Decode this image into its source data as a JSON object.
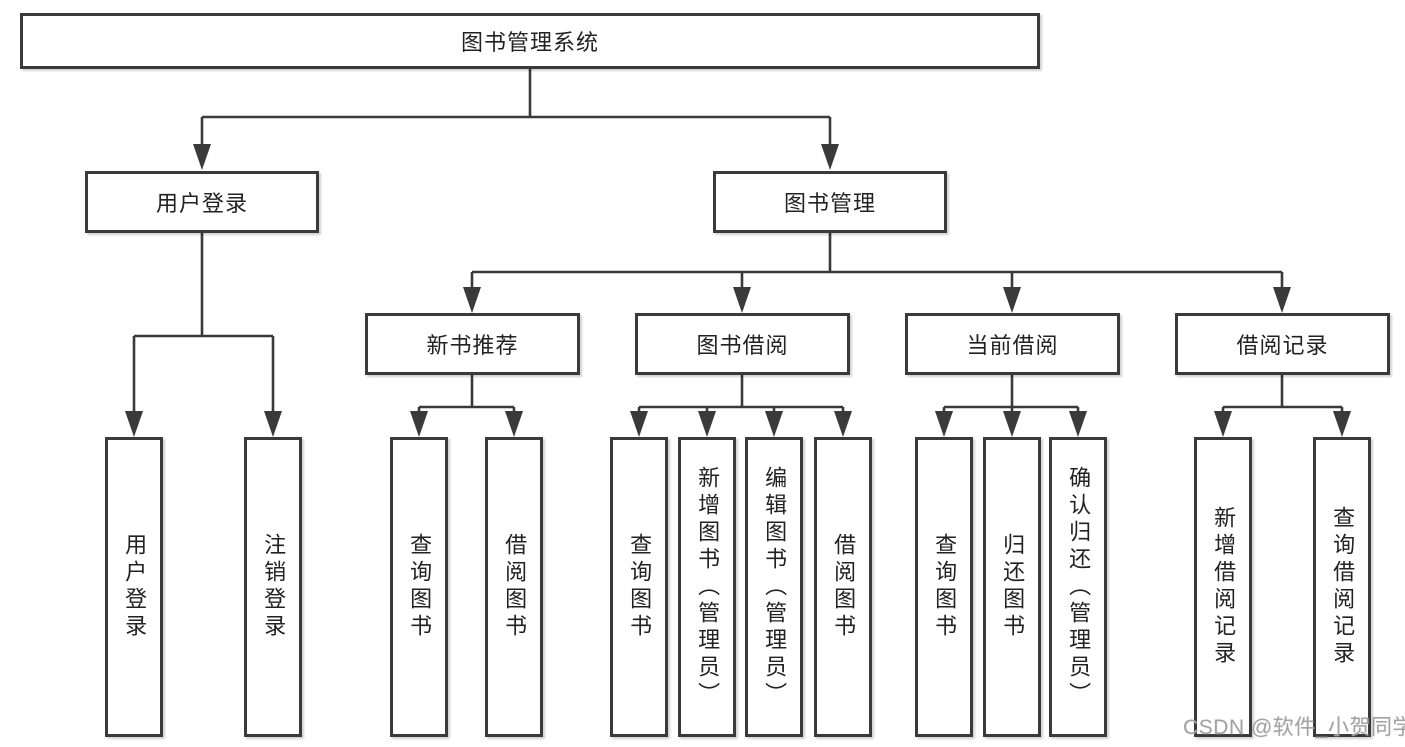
{
  "diagram": {
    "root": {
      "label": "图书管理系统"
    },
    "level1": {
      "login": {
        "label": "用户登录"
      },
      "management": {
        "label": "图书管理"
      }
    },
    "level2": {
      "recommend": {
        "label": "新书推荐"
      },
      "borrow": {
        "label": "图书借阅"
      },
      "current": {
        "label": "当前借阅"
      },
      "records": {
        "label": "借阅记录"
      }
    },
    "leaves": {
      "login": [
        "用户登录",
        "注销登录"
      ],
      "recommend": [
        "查询图书",
        "借阅图书"
      ],
      "borrow": [
        "查询图书",
        "新增图书（管理员）",
        "编辑图书（管理员）",
        "借阅图书"
      ],
      "current": [
        "查询图书",
        "归还图书",
        "确认归还（管理员）"
      ],
      "records": [
        "新增借阅记录",
        "查询借阅记录"
      ]
    }
  },
  "watermark": {
    "text": "CSDN @软件_小贺同学"
  },
  "colors": {
    "line": "#3a3a3a",
    "box_border": "#3a3a3a",
    "box_background": "#ffffff",
    "text": "#222222",
    "watermark": "#a3a3a3"
  }
}
